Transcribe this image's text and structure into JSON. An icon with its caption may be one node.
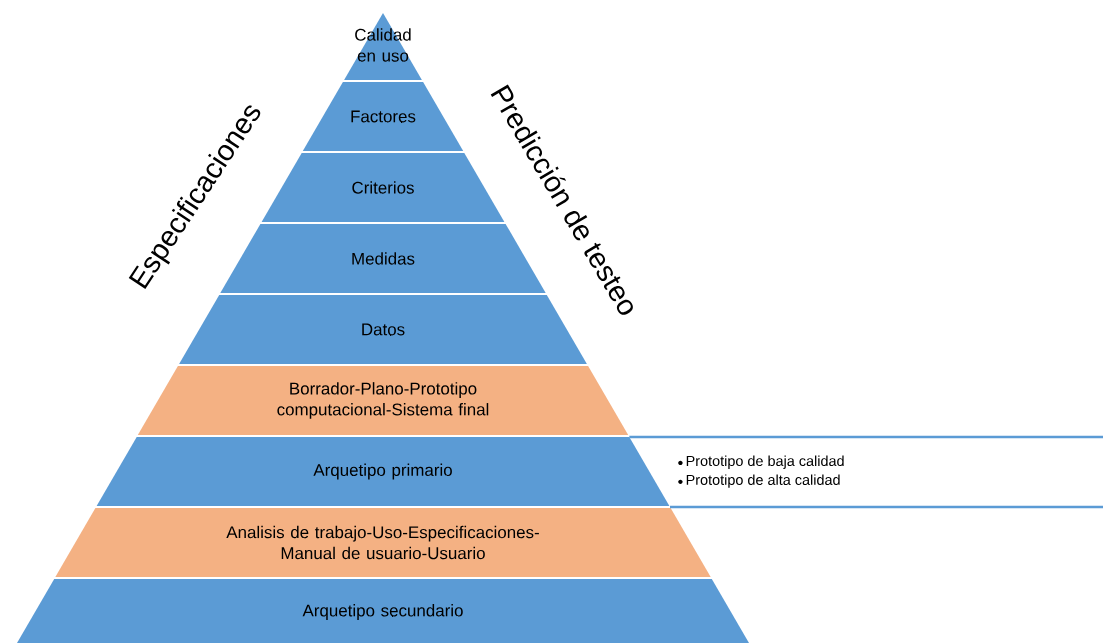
{
  "diagram": {
    "nodes": [
      {
        "text": [
          "Calidad en uso"
        ]
      },
      {
        "text": [
          "Factores"
        ]
      },
      {
        "text": [
          "Criterios"
        ]
      },
      {
        "text": [
          "Medidas"
        ]
      },
      {
        "text": [
          "Datos"
        ]
      },
      {
        "text": [
          "Borrador-Plano-Prototipo computacional-Sistema final"
        ]
      },
      {
        "text": [
          "Arquetipo primario"
        ]
      },
      {
        "text": [
          "Analisis de trabajo-Uso-Especificaciones- Manual de usuario-Usuario"
        ]
      },
      {
        "text": [
          "Arquetipo secundario"
        ]
      },
      {
        "text": [
          "Prototipo de baja calidad",
          "Prototipo de alta  calidad"
        ]
      }
    ],
    "labels": [
      "Especificaciones",
      "Predicción de testeo"
    ]
  }
}
